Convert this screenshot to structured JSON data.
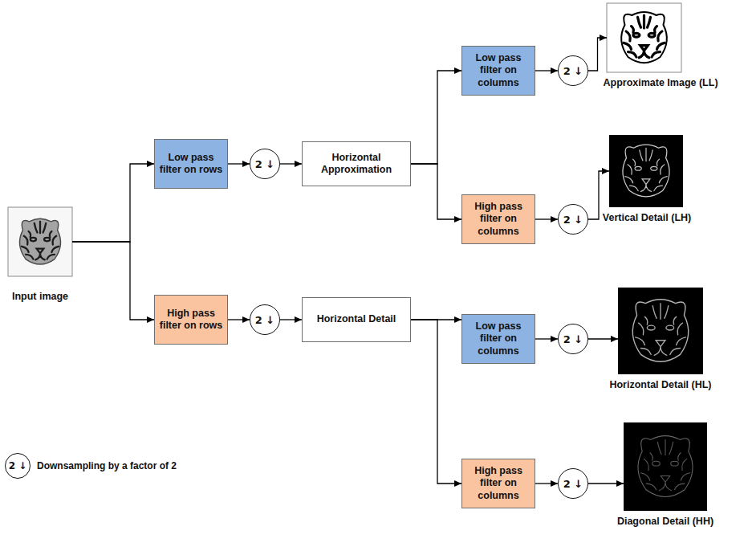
{
  "diagram": {
    "nodes": [
      {
        "text": [
          "Input image"
        ]
      },
      {
        "text": [
          "Low pass filter on rows"
        ]
      },
      {
        "text": [
          "2 ↓"
        ]
      },
      {
        "text": [
          "Horizontal Approximation"
        ]
      },
      {
        "text": [
          "Low pass filter on columns"
        ]
      },
      {
        "text": [
          "2 ↓"
        ]
      },
      {
        "text": [
          "Approximate Image (LL)"
        ]
      },
      {
        "text": [
          "High pass filter on columns"
        ]
      },
      {
        "text": [
          "2 ↓"
        ]
      },
      {
        "text": [
          "Vertical Detail (LH)"
        ]
      },
      {
        "text": [
          "High pass filter on rows"
        ]
      },
      {
        "text": [
          "2 ↓"
        ]
      },
      {
        "text": [
          "Horizontal Detail"
        ]
      },
      {
        "text": [
          "Low pass filter on columns"
        ]
      },
      {
        "text": [
          "2 ↓"
        ]
      },
      {
        "text": [
          "Horizontal Detail (HL)"
        ]
      },
      {
        "text": [
          "High pass filter on columns"
        ]
      },
      {
        "text": [
          "2 ↓"
        ]
      },
      {
        "text": [
          "Diagonal Detail (HH)"
        ]
      }
    ],
    "edges": [
      {
        "from": 0,
        "to": 1,
        "arrow": "to"
      },
      {
        "from": 0,
        "to": 10,
        "arrow": "to"
      },
      {
        "from": 1,
        "to": 2,
        "arrow": "to"
      },
      {
        "from": 2,
        "to": 3,
        "arrow": "to"
      },
      {
        "from": 3,
        "to": 4,
        "arrow": "to"
      },
      {
        "from": 3,
        "to": 7,
        "arrow": "to"
      },
      {
        "from": 4,
        "to": 5,
        "arrow": "to"
      },
      {
        "from": 5,
        "to": 6,
        "arrow": "to"
      },
      {
        "from": 7,
        "to": 8,
        "arrow": "to"
      },
      {
        "from": 8,
        "to": 9,
        "arrow": "to"
      },
      {
        "from": 10,
        "to": 11,
        "arrow": "to"
      },
      {
        "from": 11,
        "to": 12,
        "arrow": "to"
      },
      {
        "from": 12,
        "to": 13,
        "arrow": "to"
      },
      {
        "from": 12,
        "to": 16,
        "arrow": "to"
      },
      {
        "from": 13,
        "to": 14,
        "arrow": "to"
      },
      {
        "from": 14,
        "to": 15,
        "arrow": "to"
      },
      {
        "from": 16,
        "to": 17,
        "arrow": "to"
      },
      {
        "from": 17,
        "to": 18,
        "arrow": "to"
      }
    ],
    "labels": [
      "2 ↓"
    ],
    "legend": [
      {
        "text": "Downsampling by a factor of 2"
      }
    ]
  }
}
